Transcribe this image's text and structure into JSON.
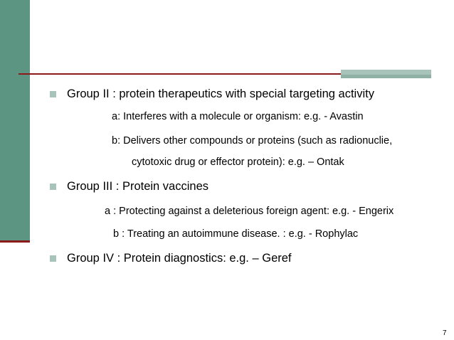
{
  "slide": {
    "items": [
      {
        "text": "Group II : protein therapeutics with special targeting activity",
        "subitems": [
          "a: Interferes with a molecule or organism: e.g. - Avastin",
          "b: Delivers other compounds or proteins (such as radionuclie,",
          "cytotoxic drug or effector protein): e.g. – Ontak"
        ]
      },
      {
        "text": "Group III : Protein vaccines",
        "subitems": [
          "a : Protecting against a deleterious foreign agent: e.g.  - Engerix",
          "b : Treating an autoimmune disease. : e.g.  - Rophylac"
        ]
      },
      {
        "text": "Group IV : Protein diagnostics: e.g. – Geref",
        "subitems": []
      }
    ],
    "page_number": "7"
  },
  "colors": {
    "accent_green": "#5c9682",
    "accent_light_green": "#a8c4ba",
    "rule_red": "#8b1a1a"
  }
}
